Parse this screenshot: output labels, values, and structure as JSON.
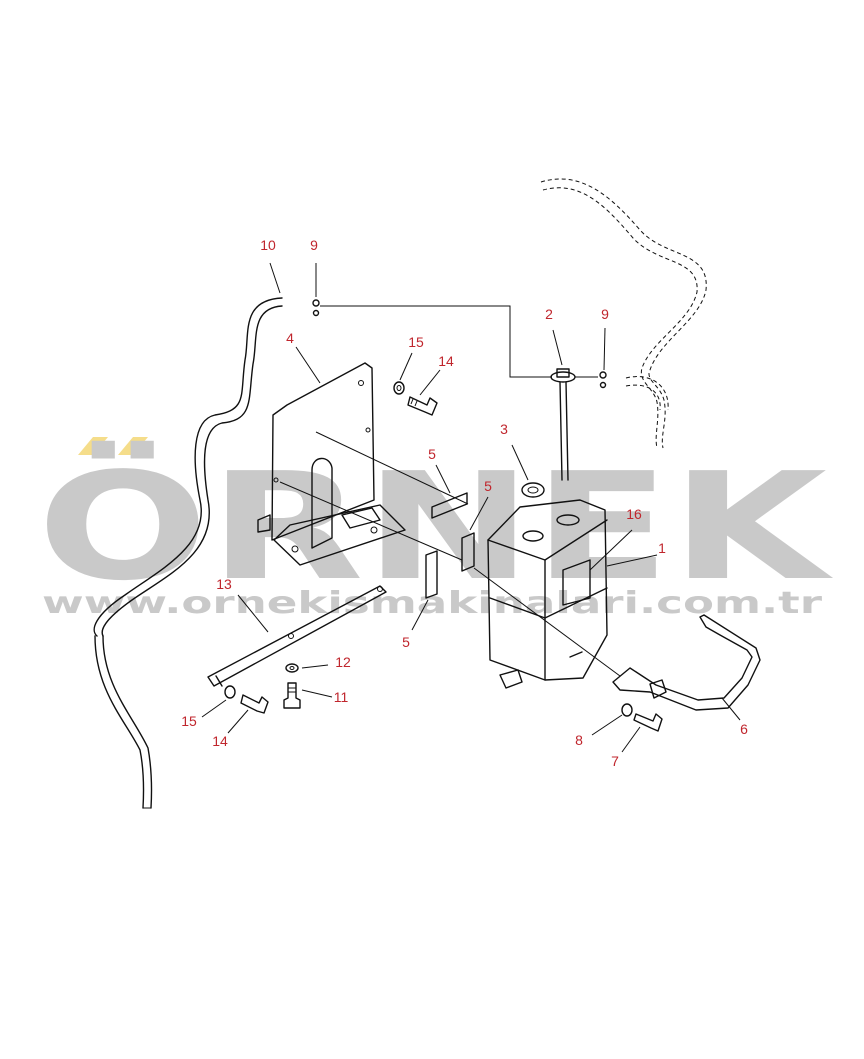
{
  "watermark": {
    "brand": "ÖRNEK",
    "url": "www.ornekismakinalari.com.tr",
    "text_color": "#c9c9c9",
    "accent_color": "#f5dd8a"
  },
  "colors": {
    "label": "#c0262d",
    "line": "#111111",
    "background": "#ffffff"
  },
  "callouts": [
    {
      "id": "c10",
      "text": "10"
    },
    {
      "id": "c9a",
      "text": "9"
    },
    {
      "id": "c2",
      "text": "2"
    },
    {
      "id": "c9b",
      "text": "9"
    },
    {
      "id": "c4",
      "text": "4"
    },
    {
      "id": "c15a",
      "text": "15"
    },
    {
      "id": "c14a",
      "text": "14"
    },
    {
      "id": "c3",
      "text": "3"
    },
    {
      "id": "c5a",
      "text": "5"
    },
    {
      "id": "c5b",
      "text": "5"
    },
    {
      "id": "c16",
      "text": "16"
    },
    {
      "id": "c1",
      "text": "1"
    },
    {
      "id": "c5c",
      "text": "5"
    },
    {
      "id": "c13",
      "text": "13"
    },
    {
      "id": "c12",
      "text": "12"
    },
    {
      "id": "c11",
      "text": "11"
    },
    {
      "id": "c15b",
      "text": "15"
    },
    {
      "id": "c14b",
      "text": "14"
    },
    {
      "id": "c8",
      "text": "8"
    },
    {
      "id": "c7",
      "text": "7"
    },
    {
      "id": "c6",
      "text": "6"
    }
  ]
}
